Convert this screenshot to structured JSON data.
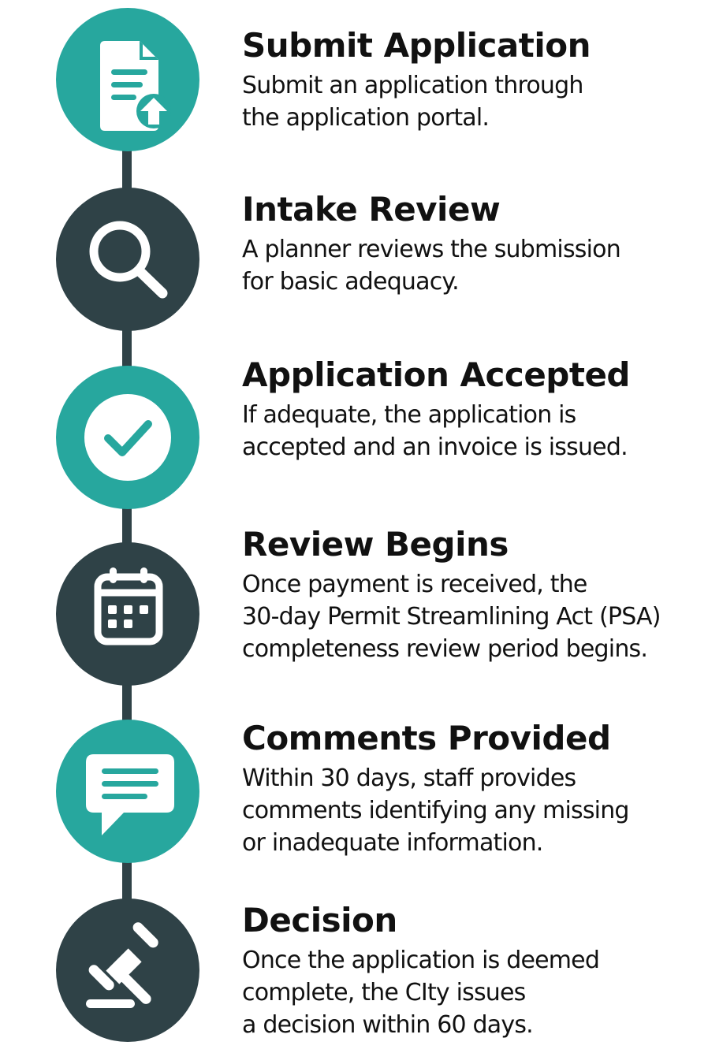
{
  "colors": {
    "teal": "#27a79e",
    "dark": "#2f4247",
    "icon": "#ffffff"
  },
  "steps": [
    {
      "title": "Submit Application",
      "lines": [
        "Submit an application through",
        "the application portal."
      ],
      "icon": "document-upload-icon",
      "style": "teal"
    },
    {
      "title": "Intake Review",
      "lines": [
        "A planner reviews the submission",
        "for basic adequacy."
      ],
      "icon": "magnifier-icon",
      "style": "dark"
    },
    {
      "title": "Application Accepted",
      "lines": [
        "If adequate, the application is",
        "accepted and an invoice is issued."
      ],
      "icon": "checkmark-icon",
      "style": "teal"
    },
    {
      "title": "Review Begins",
      "lines": [
        "Once payment is received, the",
        "30-day Permit Streamlining Act (PSA)",
        "completeness review period begins."
      ],
      "icon": "calendar-icon",
      "style": "dark"
    },
    {
      "title": "Comments Provided",
      "lines": [
        "Within 30 days, staff provides",
        "comments identifying any missing",
        "or inadequate information."
      ],
      "icon": "speech-bubble-icon",
      "style": "teal"
    },
    {
      "title": "Decision",
      "lines": [
        "Once the application is deemed",
        "complete, the CIty issues",
        "a decision within 60 days."
      ],
      "icon": "gavel-icon",
      "style": "dark"
    }
  ]
}
